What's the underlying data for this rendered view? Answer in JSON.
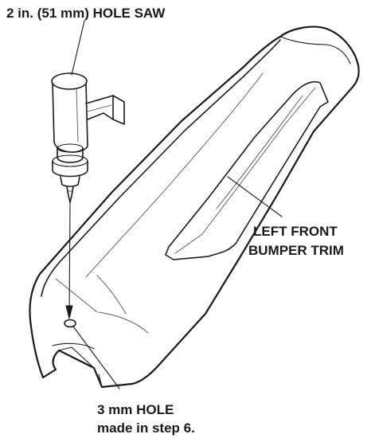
{
  "labels": {
    "hole_saw": "2 in. (51 mm) HOLE SAW",
    "trim_line1": "LEFT FRONT",
    "trim_line2": "BUMPER TRIM",
    "hole_line1": "3 mm HOLE",
    "hole_line2": "made in step 6."
  },
  "colors": {
    "ink": "#1a1a1a",
    "background": "#ffffff"
  }
}
